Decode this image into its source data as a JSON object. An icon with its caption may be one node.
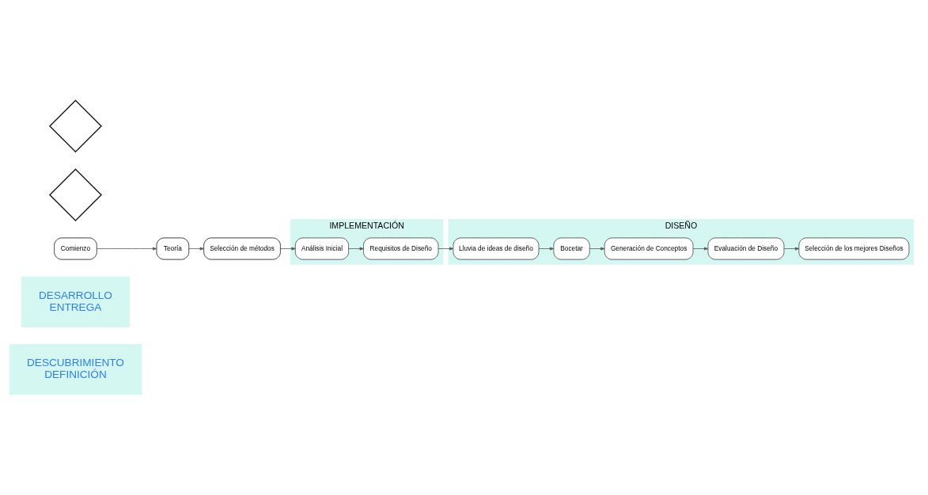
{
  "diagram": {
    "nodes": [
      {
        "text": [
          "DESCUBRIMIENTO",
          "DEFINICIÓN"
        ]
      },
      {
        "text": [
          "DESARROLLO",
          "ENTREGA"
        ]
      },
      {
        "text": [
          "Comienzo"
        ]
      },
      {
        "text": [
          "Teoría"
        ]
      },
      {
        "text": [
          "Selección de métodos"
        ]
      },
      {
        "text": [
          "IMPLEMENTACIÓN"
        ]
      },
      {
        "text": [
          "Análisis Inicial"
        ],
        "in": 5
      },
      {
        "text": [
          "Requisitos de Diseño"
        ],
        "in": 5
      },
      {
        "text": [
          "DISEÑO"
        ]
      },
      {
        "text": [
          "Lluvia de ideas de diseño"
        ],
        "in": 8
      },
      {
        "text": [
          "Bocetar"
        ],
        "in": 8
      },
      {
        "text": [
          "Generación de Conceptos"
        ],
        "in": 8
      },
      {
        "text": [
          "Evaluación de Diseño"
        ],
        "in": 8
      },
      {
        "text": [
          "Selección de los mejores Diseños"
        ],
        "in": 8
      },
      {
        "text": [],
        "shape": "diamond"
      },
      {
        "text": [],
        "shape": "diamond"
      }
    ],
    "edges": [
      {
        "from": 2,
        "to": 3,
        "arrow": "to"
      },
      {
        "from": 3,
        "to": 4,
        "arrow": "to"
      },
      {
        "from": 4,
        "to": 6,
        "arrow": "to"
      },
      {
        "from": 6,
        "to": 7,
        "arrow": "to"
      },
      {
        "from": 7,
        "to": 9,
        "arrow": "to"
      },
      {
        "from": 9,
        "to": 10,
        "arrow": "to"
      },
      {
        "from": 10,
        "to": 11,
        "arrow": "to"
      },
      {
        "from": 11,
        "to": 12,
        "arrow": "to"
      },
      {
        "from": 12,
        "to": 13,
        "arrow": "to"
      }
    ]
  }
}
